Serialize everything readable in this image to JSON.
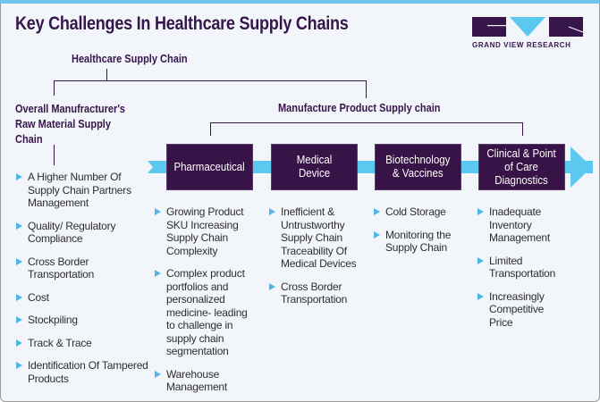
{
  "title": "Key Challenges In Healthcare Supply Chains",
  "logo": {
    "text": "GRAND VIEW RESEARCH",
    "colors": {
      "dark": "#36164a",
      "accent": "#5bc8f0"
    }
  },
  "labels": {
    "healthcare_supply_chain": "Healthcare Supply Chain",
    "raw_material": [
      "Overall Manufracturer's",
      "Raw Material Supply",
      "Chain"
    ],
    "product_supply_chain": "Manufacture Product Supply chain"
  },
  "raw_material_items": [
    "A Higher Number Of Supply Chain Partners Management",
    "Quality/ Regulatory Compliance",
    "Cross Border Transportation",
    "Cost",
    "Stockpiling",
    "Track & Trace",
    "Identification Of Tampered Products"
  ],
  "stages": [
    {
      "name": [
        "Pharmaceutical"
      ],
      "items": [
        "Growing Product SKU Increasing Supply Chain Complexity",
        "Complex product portfolios and personalized medicine- leading to challenge in supply chain segmentation",
        "Warehouse Management"
      ]
    },
    {
      "name": [
        "Medical",
        "Device"
      ],
      "items": [
        "Inefficient & Untrustworthy Supply Chain Traceability Of Medical Devices",
        "Cross Border Transportation"
      ]
    },
    {
      "name": [
        "Biotechnology",
        "& Vaccines"
      ],
      "items": [
        "Cold Storage",
        "Monitoring the Supply Chain"
      ]
    },
    {
      "name": [
        "Clinical & Point",
        "of Care",
        "Diagnostics"
      ],
      "items": [
        "Inadequate Inventory Management",
        "Limited Transportation",
        "Increasingly Competitive Price"
      ]
    }
  ],
  "colors": {
    "box": "#371347",
    "arrow": "#5bc8f0",
    "bullet": "#4fb6e6",
    "text_dark": "#36164a"
  }
}
